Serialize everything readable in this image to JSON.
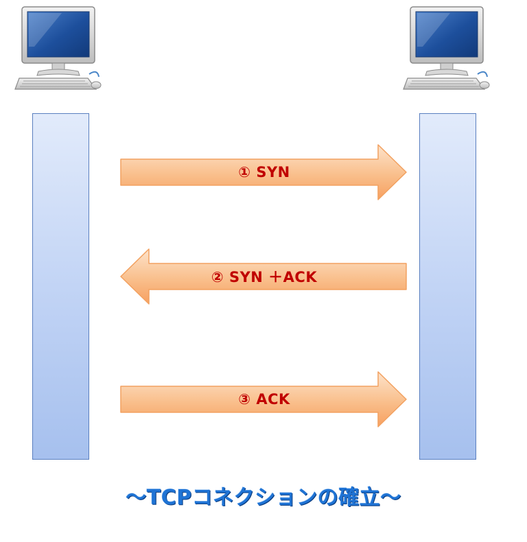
{
  "diagram": {
    "title": "〜TCPコネクションの確立〜",
    "messages": [
      {
        "label": "① SYN",
        "direction": "right"
      },
      {
        "label": "② SYN ＋ACK",
        "direction": "left"
      },
      {
        "label": "③ ACK",
        "direction": "right"
      }
    ],
    "nodes": [
      {
        "icon": "computer-icon"
      },
      {
        "icon": "computer-icon"
      }
    ]
  },
  "colors": {
    "arrow_fill_light": "#fde3cb",
    "arrow_fill_dark": "#f7a060",
    "arrow_stroke": "#f2a160",
    "label_color": "#c00000",
    "lifeline_top": "#e2ebfb",
    "lifeline_bottom": "#a6c0ee",
    "lifeline_border": "#5a7fbf",
    "title_color": "#1f73d4"
  }
}
